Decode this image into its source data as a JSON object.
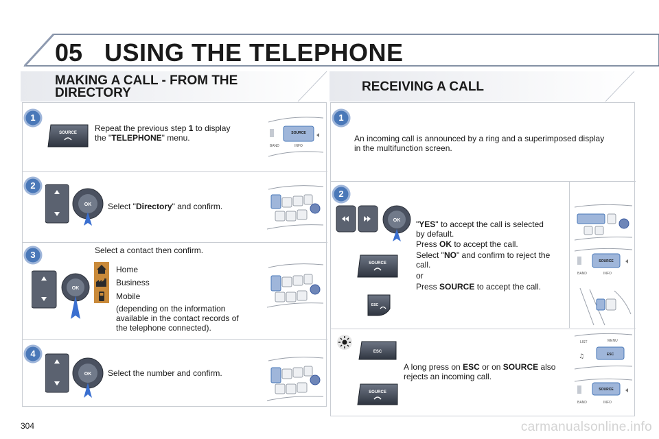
{
  "header": {
    "chapter_number": "05",
    "title": "USING THE TELEPHONE"
  },
  "left": {
    "title_line1": "MAKING A CALL - FROM THE",
    "title_line2": "DIRECTORY",
    "step1": {
      "num": "1",
      "pre": "Repeat the previous step ",
      "step_ref": "1",
      "mid": " to display",
      "line2_pre": "the \"",
      "menu": "TELEPHONE",
      "line2_post": "\" menu."
    },
    "step2": {
      "num": "2",
      "pre": "Select \"",
      "item": "Directory",
      "post": "\" and confirm."
    },
    "step3": {
      "num": "3",
      "intro": "Select a contact then confirm.",
      "home": "Home",
      "business": "Business",
      "mobile": "Mobile",
      "note1": "(depending on the information",
      "note2": "available in the contact records of",
      "note3": "the telephone connected)."
    },
    "step4": {
      "num": "4",
      "text": "Select the number and confirm."
    }
  },
  "right": {
    "title": "RECEIVING A CALL",
    "step1": {
      "num": "1",
      "line1": "An incoming call is announced by a ring and a superimposed display",
      "line2": "in the multifunction screen."
    },
    "step2": {
      "num": "2",
      "yes_pre": "\"",
      "yes": "YES",
      "yes_post": "\" to accept the call is selected",
      "yes_line2": "by default.",
      "press_pre": "Press ",
      "ok": "OK",
      "press_post": " to accept the call.",
      "no_pre": "Select \"",
      "no": "NO",
      "no_post": "\" and confirm to reject the",
      "no_line2": "call.",
      "or": "or",
      "source_pre": "Press ",
      "source": "SOURCE",
      "source_post": " to accept the call."
    },
    "tip": {
      "pre": "A long press on ",
      "esc": "ESC",
      "mid": " or on ",
      "source": "SOURCE",
      "post": " also",
      "line2": "rejects an incoming call."
    }
  },
  "buttons": {
    "source": "SOURCE",
    "ok": "OK",
    "esc": "ESC",
    "band": "BAND",
    "info": "INFO",
    "list": "LIST",
    "menu": "MENU"
  },
  "footer": {
    "page_number": "304",
    "watermark": "carmanualsonline.info"
  },
  "colors": {
    "badge_blue": "#4a78b8",
    "arrow_blue": "#3a6fd0",
    "frame": "#5a6b86"
  }
}
